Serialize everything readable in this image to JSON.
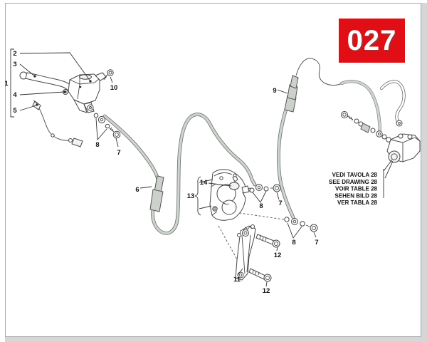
{
  "page": {
    "type": "motorcycle-front-brake-parts-diagram"
  },
  "badge": {
    "number": "027"
  },
  "note": {
    "lines": [
      "VEDI TAVOLA 28",
      "SEE DRAWING 28",
      "VOIR TABLE 28",
      "SEHEN BILD 28",
      "VER TABLA 28"
    ]
  },
  "labels": {
    "part_1": "1",
    "part_2": "2",
    "part_3": "3",
    "part_4": "4",
    "part_5": "5",
    "part_6": "6",
    "part_7": "7",
    "part_8": "8",
    "part_9": "9",
    "part_10": "10",
    "part_11": "11",
    "part_12": "12",
    "part_13": "13",
    "part_14": "14"
  },
  "colors": {
    "badge_red": "#e10e15",
    "hose_fill": "#ced4ce",
    "line_dark": "#3c3c3c",
    "page_shadow": "#d6d6d6",
    "page_border": "#a8a8a8"
  }
}
